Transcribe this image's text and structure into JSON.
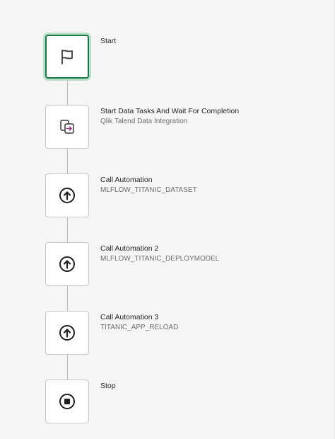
{
  "workflow": {
    "steps": [
      {
        "title": "Start",
        "subtitle": "",
        "icon": "flag-icon",
        "selected": true
      },
      {
        "title": "Start Data Tasks And Wait For Completion",
        "subtitle": "Qlik Talend Data Integration",
        "icon": "data-task-icon",
        "selected": false
      },
      {
        "title": "Call Automation",
        "subtitle": "MLFLOW_TITANIC_DATASET",
        "icon": "arrow-up-circle-icon",
        "selected": false
      },
      {
        "title": "Call Automation 2",
        "subtitle": "MLFLOW_TITANIC_DEPLOYMODEL",
        "icon": "arrow-up-circle-icon",
        "selected": false
      },
      {
        "title": "Call Automation 3",
        "subtitle": "TITANIC_APP_RELOAD",
        "icon": "arrow-up-circle-icon",
        "selected": false
      },
      {
        "title": "Stop",
        "subtitle": "",
        "icon": "stop-icon",
        "selected": false
      }
    ]
  },
  "colors": {
    "selected_border": "#1b7a43",
    "selected_glow": "#b5dfc6",
    "data_task_accent": "#9b2c8f"
  }
}
